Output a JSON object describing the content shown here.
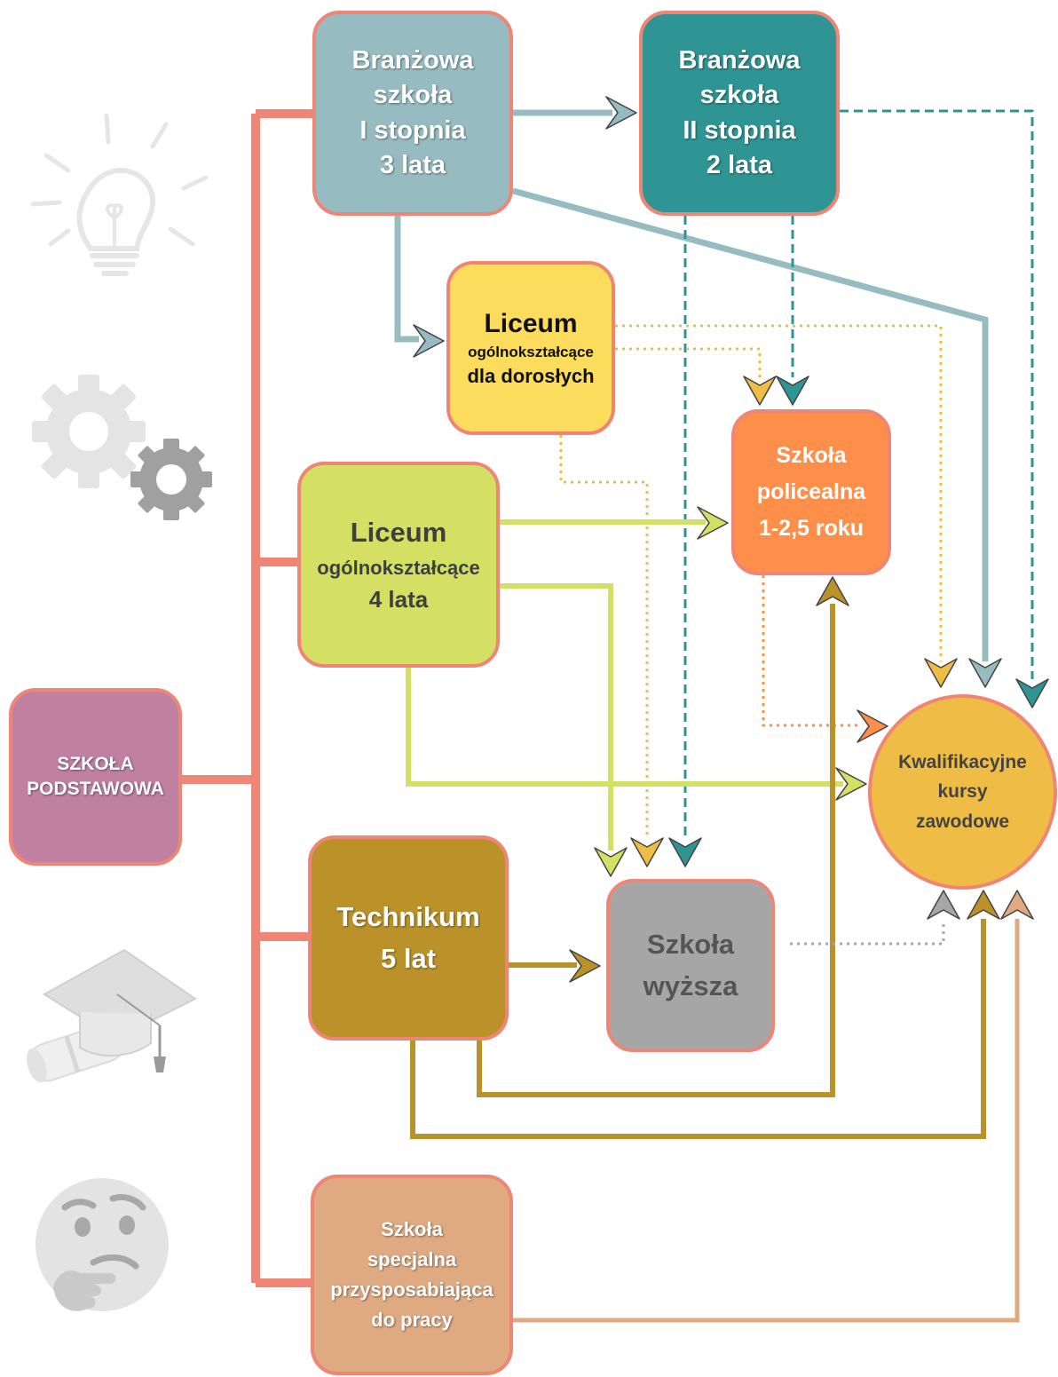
{
  "colors": {
    "trunk": "#ef8575",
    "branzowa1": "#96bcc1",
    "branzowa2": "#2f9494",
    "liceum_dorosli": "#fcdc5c",
    "liceum": "#d3e063",
    "technikum": "#ba9229",
    "policealna": "#fe8f4a",
    "wyzsza": "#a6a6a6",
    "kursy": "#efbd46",
    "specjalna": "#dfaa82",
    "podstawowa": "#bf80a2"
  },
  "nodes": {
    "branzowa1": {
      "lines": [
        "Branżowa",
        "szkoła",
        "I stopnia",
        "3 lata"
      ]
    },
    "branzowa2": {
      "lines": [
        "Branżowa",
        "szkoła",
        "II stopnia",
        "2 lata"
      ]
    },
    "liceum_dorosli": {
      "lines": [
        "Liceum",
        "ogólnokształcące",
        "dla dorosłych"
      ]
    },
    "policealna": {
      "lines": [
        "Szkoła",
        "policealna",
        "1-2,5 roku"
      ]
    },
    "liceum": {
      "lines": [
        "Liceum",
        "ogólnokształcące",
        "4 lata"
      ]
    },
    "podstawowa": {
      "lines": [
        "SZKOŁA",
        "PODSTAWOWA"
      ]
    },
    "kursy": {
      "lines": [
        "Kwalifikacyjne",
        "kursy",
        "zawodowe"
      ]
    },
    "technikum": {
      "lines": [
        "Technikum",
        "5 lat"
      ]
    },
    "wyzsza": {
      "lines": [
        "Szkoła",
        "wyższa"
      ]
    },
    "specjalna": {
      "lines": [
        "Szkoła",
        "specjalna",
        "przysposabiająca",
        "do pracy"
      ]
    }
  },
  "icons": [
    "lightbulb-icon",
    "gears-icon",
    "graduation-cap-icon",
    "thinking-face-icon"
  ]
}
